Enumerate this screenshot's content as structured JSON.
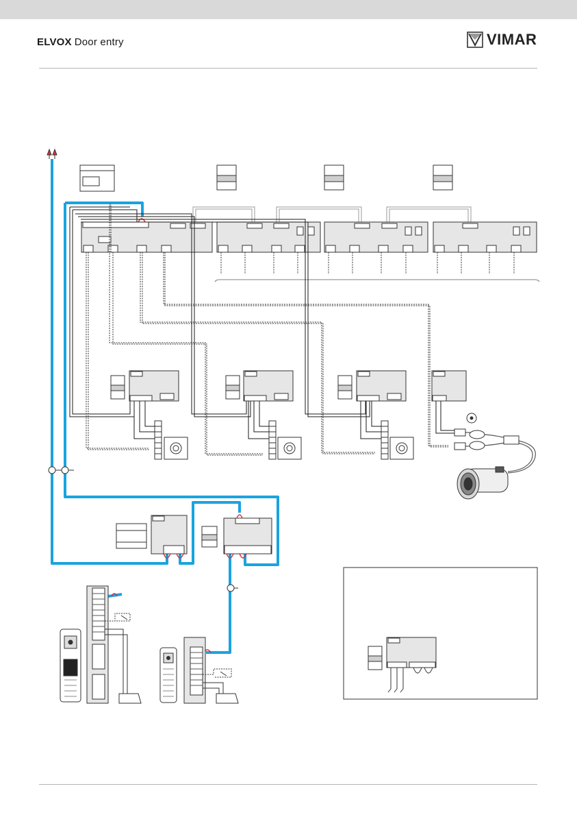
{
  "header": {
    "brand_bold": "ELVOX",
    "brand_light": "Door entry",
    "logo_text": "VIMAR"
  },
  "colors": {
    "bus": "#1aa3e0",
    "tag": "#d6323a",
    "module": "#e6e6e6",
    "line": "#1a1a1a",
    "topbar": "#d9d9d9"
  },
  "icons": [
    "vimar-logo-icon",
    "power-supply-icon",
    "camera-icon",
    "intercom-handset-icon",
    "door-lock-icon",
    "keypad-panel-icon"
  ]
}
